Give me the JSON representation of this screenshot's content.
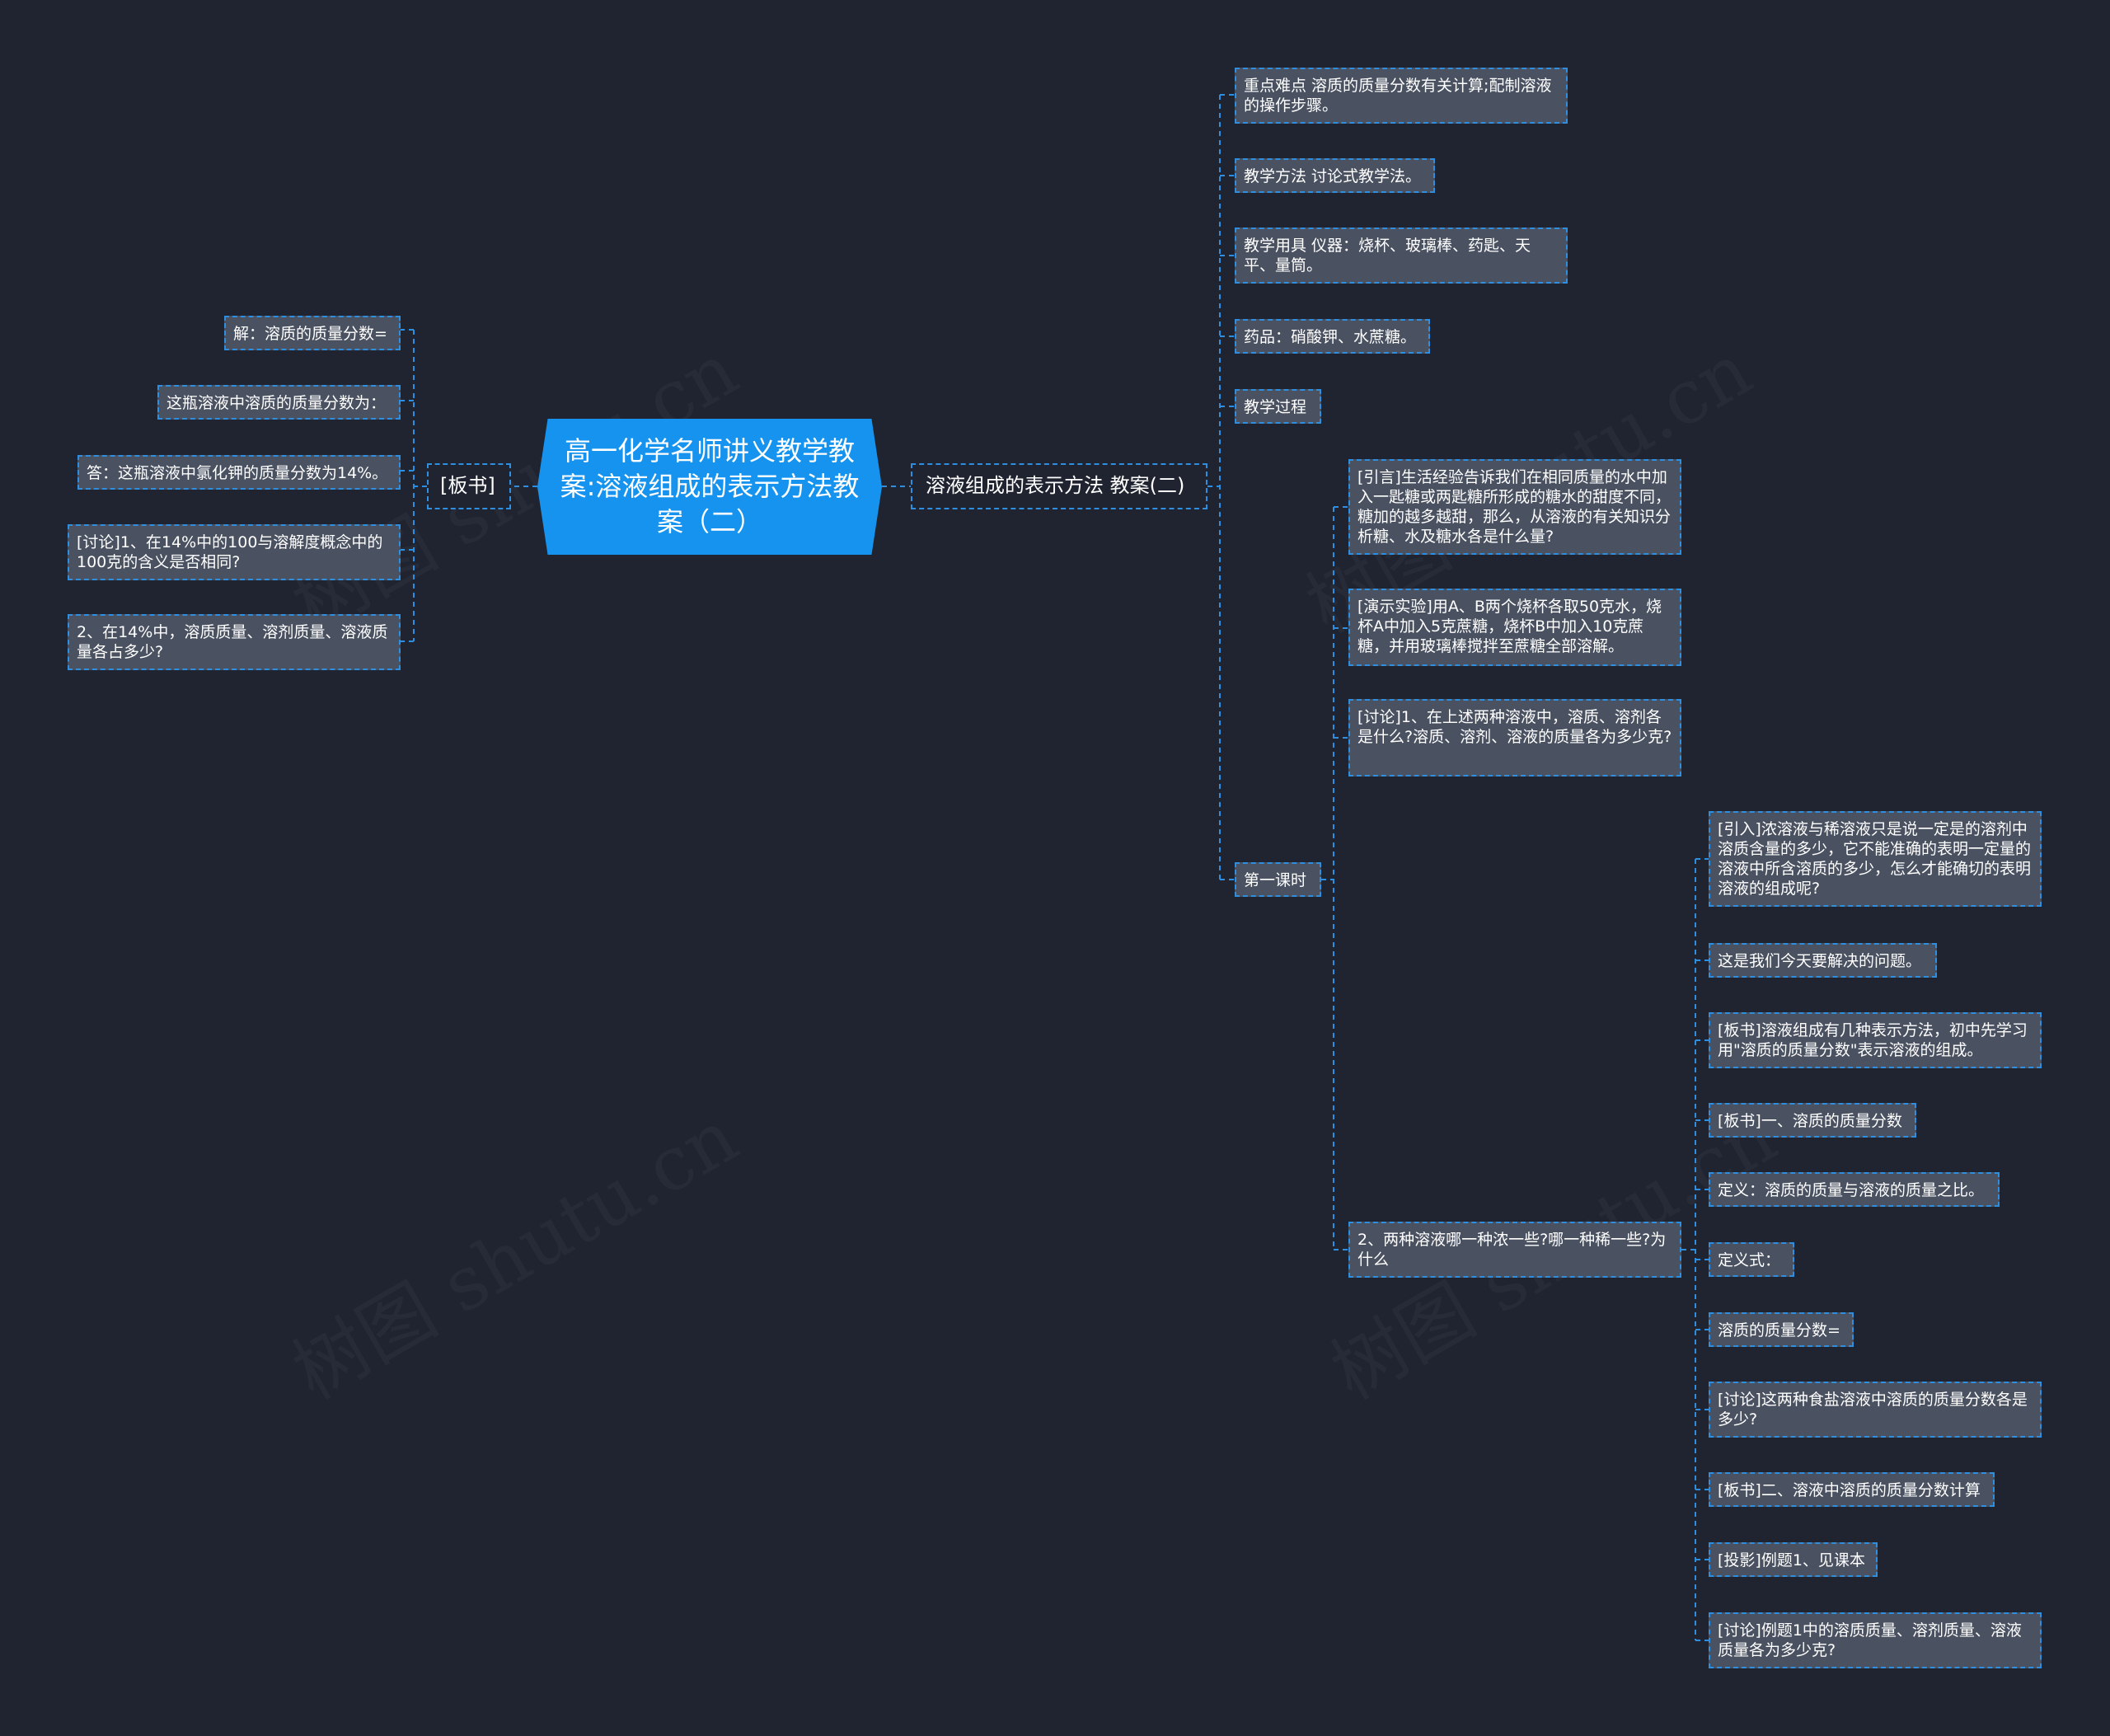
{
  "root": "高一化学名师讲义教学教案:溶液组成的表示方法教案（二）",
  "left_branch": {
    "label": "[板书]",
    "children": [
      "解：溶质的质量分数=",
      "这瓶溶液中溶质的质量分数为：",
      "答：这瓶溶液中氯化钾的质量分数为14%。",
      "[讨论]1、在14%中的100与溶解度概念中的100克的含义是否相同?",
      "2、在14%中，溶质质量、溶剂质量、溶液质量各占多少?"
    ]
  },
  "right_branch": {
    "label": "溶液组成的表示方法 教案(二)",
    "items": [
      "重点难点 溶质的质量分数有关计算;配制溶液的操作步骤。",
      "教学方法 讨论式教学法。",
      "教学用具 仪器：烧杯、玻璃棒、药匙、天平、量筒。",
      "药品：硝酸钾、水蔗糖。",
      "教学过程",
      "第一课时"
    ],
    "first_lesson": [
      "[引言]生活经验告诉我们在相同质量的水中加入一匙糖或两匙糖所形成的糖水的甜度不同，糖加的越多越甜，那么，从溶液的有关知识分析糖、水及糖水各是什么量?",
      "[演示实验]用A、B两个烧杯各取50克水，烧杯A中加入5克蔗糖，烧杯B中加入10克蔗糖，并用玻璃棒搅拌至蔗糖全部溶解。",
      "[讨论]1、在上述两种溶液中，溶质、溶剂各是什么?溶质、溶剂、溶液的质量各为多少克?",
      "2、两种溶液哪一种浓一些?哪一种稀一些?为什么"
    ],
    "sub_items": [
      "[引入]浓溶液与稀溶液只是说一定是的溶剂中溶质含量的多少，它不能准确的表明一定量的溶液中所含溶质的多少，怎么才能确切的表明溶液的组成呢?",
      "这是我们今天要解决的问题。",
      "[板书]溶液组成有几种表示方法，初中先学习用\"溶质的质量分数\"表示溶液的组成。",
      "[板书]一、溶质的质量分数",
      "定义：溶质的质量与溶液的质量之比。",
      "定义式：",
      "溶质的质量分数=",
      "[讨论]这两种食盐溶液中溶质的质量分数各是多少?",
      "[板书]二、溶液中溶质的质量分数计算",
      "[投影]例题1、见课本",
      "[讨论]例题1中的溶质质量、溶剂质量、溶液质量各为多少克?"
    ]
  },
  "watermark": [
    "树图 shutu.cn",
    "树图 shutu.cn",
    "树图 shutu.cn",
    "树图 shutu.cn"
  ],
  "colors": {
    "background": "#1f2430",
    "root": "#1593ef",
    "node": "#4a5161",
    "connector": "#2e8fe0"
  }
}
